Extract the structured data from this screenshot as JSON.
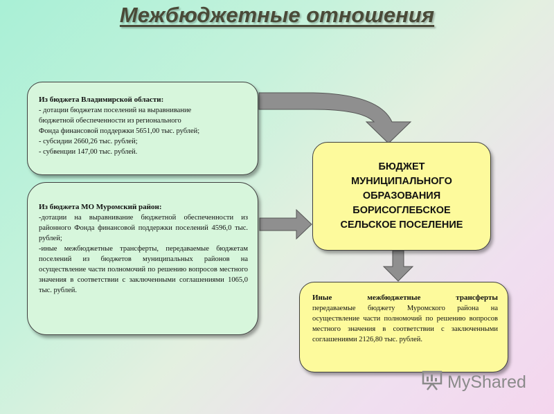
{
  "title": "Межбюджетные отношения",
  "box_region": {
    "header": "Из бюджета Владимирской области:",
    "lines": [
      "- дотации бюджетам поселений на выравнивание",
      "бюджетной обеспеченности из регионального",
      "Фонда финансовой поддержки 5651,00 тыс. рублей;",
      "- субсидии 2660,26 тыс. рублей;",
      "- субвенции 147,00 тыс. рублей."
    ]
  },
  "box_district": {
    "header": "Из бюджета МО Муромский район:",
    "para1": "-дотации на выравнивание бюджетной обеспеченности из районного Фонда финансовой поддержки поселений 4596,0 тыс. рублей;",
    "para2": "-иные межбюджетные трансферты, передаваемые бюджетам поселений из бюджетов муниципальных районов на осуществление части полномочий по решению вопросов местного значения в соответствии с заключенными соглашениями 1065,0 тыс. рублей."
  },
  "box_main": {
    "lines": [
      "БЮДЖЕТ",
      "МУНИЦИПАЛЬНОГО",
      "ОБРАЗОВАНИЯ",
      "БОРИСОГЛЕБСКОЕ",
      "СЕЛЬСКОЕ ПОСЕЛЕНИЕ"
    ]
  },
  "box_transfers": {
    "header": "Иные межбюджетные трансферты",
    "text": "передаваемые бюджету Муромского района на осуществление части полномочий по решению вопросов местного значения в соответствии с заключенными соглашениями 2126,80 тыс. рублей."
  },
  "watermark": {
    "text": "MyShared",
    "icon": "presentation-board-icon"
  },
  "colors": {
    "green_box": "#d7f6dc",
    "yellow_box": "#fdfa9c",
    "arrow": "#8f8f8f"
  }
}
